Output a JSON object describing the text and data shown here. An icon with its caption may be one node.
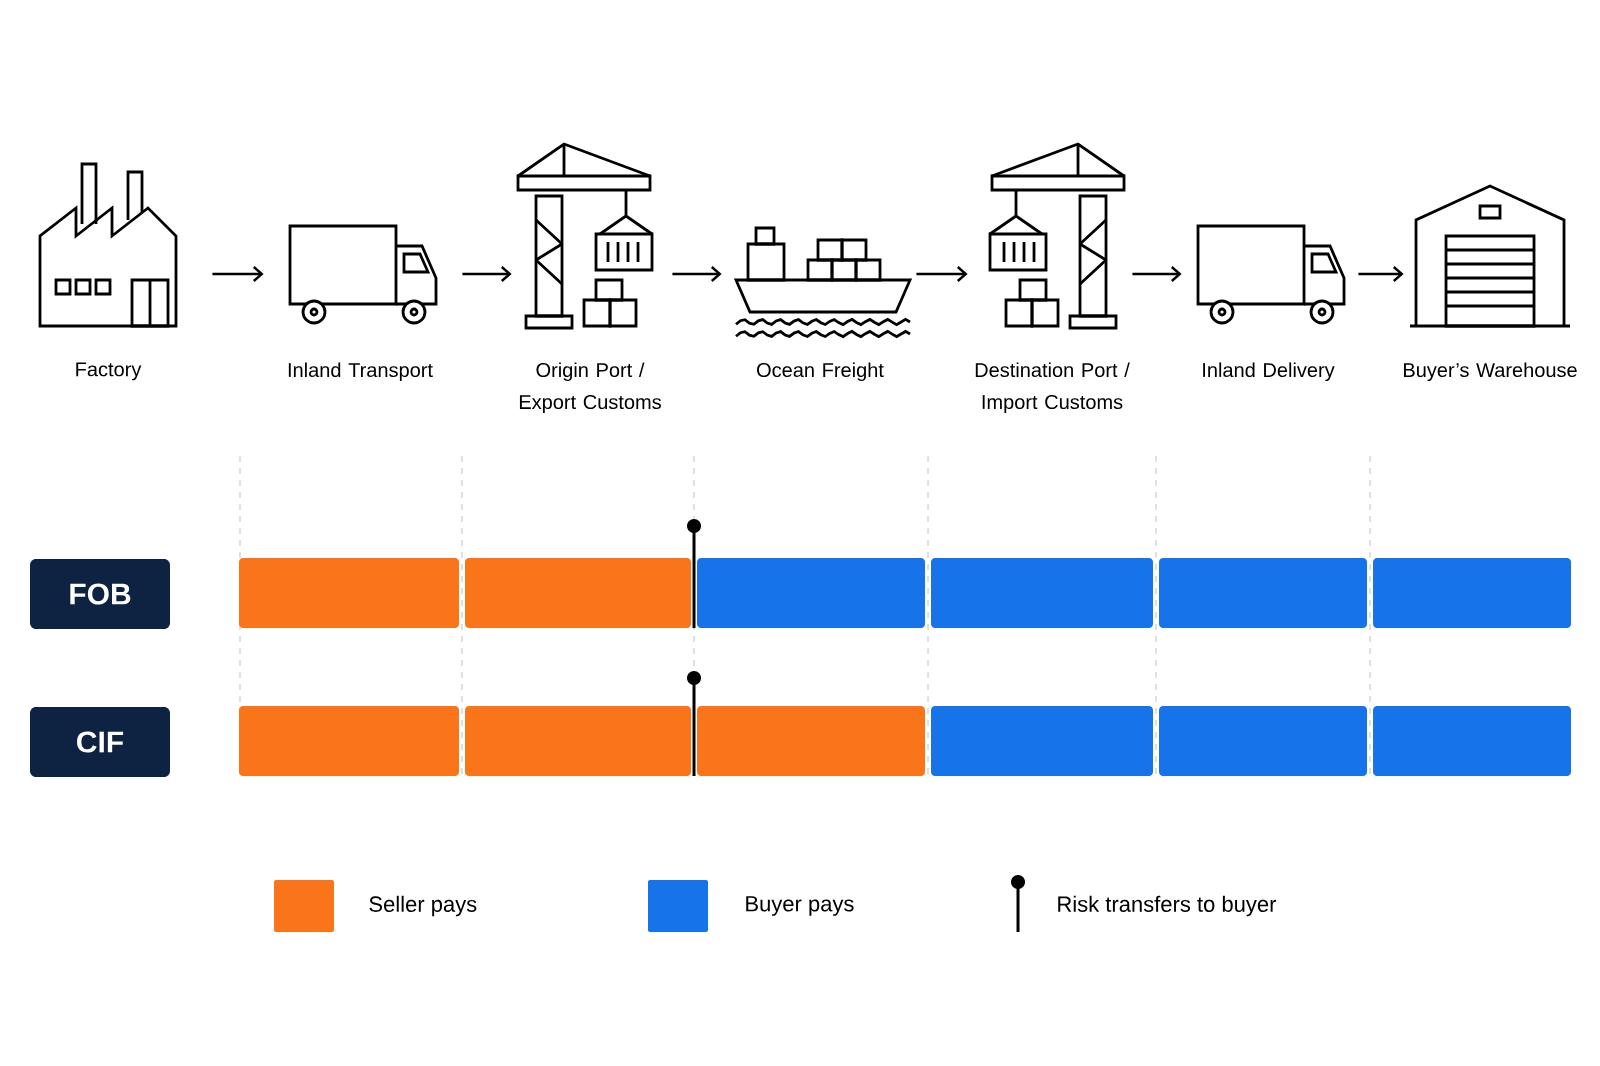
{
  "diagram": {
    "nodes": [
      {
        "text": [
          "Factory"
        ]
      },
      {
        "text": [
          "Inland Transport"
        ]
      },
      {
        "text": [
          "Origin Port / Export Customs"
        ]
      },
      {
        "text": [
          "Ocean Freight"
        ]
      },
      {
        "text": [
          "Destination Port / Import Customs"
        ]
      },
      {
        "text": [
          "Inland Delivery"
        ]
      },
      {
        "text": [
          "Buyer’s Warehouse"
        ]
      },
      {
        "text": [
          "FOB"
        ]
      },
      {
        "text": [
          "CIF"
        ]
      },
      {
        "text": [],
        "shape": "bar"
      },
      {
        "text": [],
        "shape": "bar"
      },
      {
        "text": [],
        "shape": "bar"
      },
      {
        "text": [],
        "shape": "bar"
      },
      {
        "text": [],
        "shape": "bar"
      },
      {
        "text": [],
        "shape": "bar"
      },
      {
        "text": [],
        "shape": "bar"
      },
      {
        "text": [],
        "shape": "bar"
      },
      {
        "text": [],
        "shape": "bar"
      },
      {
        "text": [],
        "shape": "bar"
      },
      {
        "text": [],
        "shape": "bar"
      },
      {
        "text": [],
        "shape": "bar"
      }
    ],
    "edges": [
      {
        "from": 0,
        "to": 1,
        "arrow": "to"
      },
      {
        "from": 1,
        "to": 2,
        "arrow": "to"
      },
      {
        "from": 2,
        "to": 3,
        "arrow": "to"
      },
      {
        "from": 3,
        "to": 4,
        "arrow": "to"
      },
      {
        "from": 4,
        "to": 5,
        "arrow": "to"
      },
      {
        "from": 5,
        "to": 6,
        "arrow": "to"
      }
    ],
    "legend": [
      {
        "text": "Seller pays",
        "color": "#fa7419"
      },
      {
        "text": "Buyer pays",
        "color": "#1673ea"
      },
      {
        "text": "Risk transfers to buyer"
      }
    ]
  }
}
